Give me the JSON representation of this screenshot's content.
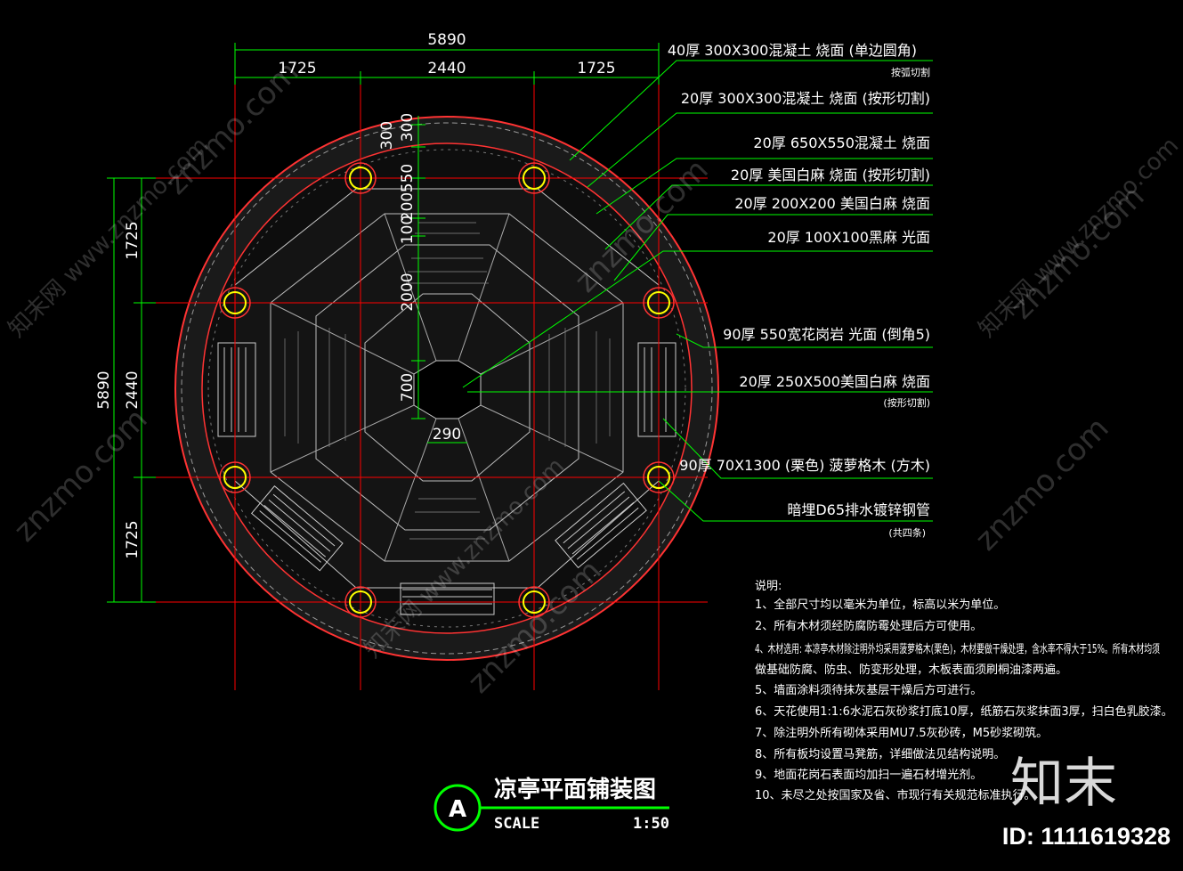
{
  "drawing": {
    "title": "凉亭平面铺装图",
    "section_mark": "A",
    "scale_label": "SCALE",
    "scale_value": "1:50"
  },
  "dimensions": {
    "top_total": "5890",
    "top_left": "1725",
    "top_mid": "2440",
    "top_right": "1725",
    "left_total": "5890",
    "left_top": "1725",
    "left_mid": "2440",
    "left_bottom": "1725",
    "v_300": "300",
    "v_300b": "300",
    "v_550": "550",
    "v_200": "200",
    "v_100": "100",
    "v_2000": "2000",
    "v_700": "700",
    "h_290": "290"
  },
  "callouts": [
    {
      "main": "40厚 300X300混凝土 烧面 (单边圆角)",
      "sub": "按弧切割"
    },
    {
      "main": "20厚 300X300混凝土 烧面 (按形切割)",
      "sub": ""
    },
    {
      "main": "20厚 650X550混凝土 烧面",
      "sub": ""
    },
    {
      "main": "20厚 美国白麻 烧面 (按形切割)",
      "sub": ""
    },
    {
      "main": "20厚 200X200 美国白麻 烧面",
      "sub": ""
    },
    {
      "main": "20厚 100X100黑麻 光面",
      "sub": ""
    },
    {
      "main": "90厚 550宽花岗岩 光面 (倒角5)",
      "sub": ""
    },
    {
      "main": "20厚 250X500美国白麻 烧面",
      "sub": "(按形切割)"
    },
    {
      "main": "90厚 70X1300 (栗色) 菠萝格木 (方木)",
      "sub": ""
    },
    {
      "main": "暗埋D65排水镀锌钢管",
      "sub": "(共四条)"
    }
  ],
  "notes": {
    "heading": "说明:",
    "items": [
      "1、全部尺寸均以毫米为单位，标高以米为单位。",
      "2、所有木材须经防腐防霉处理后方可使用。",
      "4、木材选用: 本凉亭木材除注明外均采用菠萝格木(栗色)，木材要做干燥处理，含水率不得大于15%。所有木材均须",
      "做基础防腐、防虫、防变形处理，木板表面须刷桐油漆两遍。",
      "5、墙面涂料须待抹灰基层干燥后方可进行。",
      "6、天花使用1:1:6水泥石灰砂浆打底10厚，纸筋石灰浆抹面3厚，扫白色乳胶漆。",
      "7、除注明外所有砌体采用MU7.5灰砂砖，M5砂浆砌筑。",
      "8、所有板均设置马凳筋，详细做法见结构说明。",
      "9、地面花岗石表面均加扫一遍石材增光剂。",
      "10、未尽之处按国家及省、市现行有关规范标准执行。"
    ]
  },
  "watermark": {
    "text": "znzmo.com",
    "cn": "知末网 www.znzmo.com",
    "logo": "知末",
    "id": "ID: 1111619328"
  },
  "colors": {
    "background": "#000000",
    "axis": "#ff0000",
    "dimension": "#00ff00",
    "leader": "#00ff00",
    "paving": "#c8c8c8",
    "column": "#ffff00",
    "outline": "#ff3333"
  }
}
